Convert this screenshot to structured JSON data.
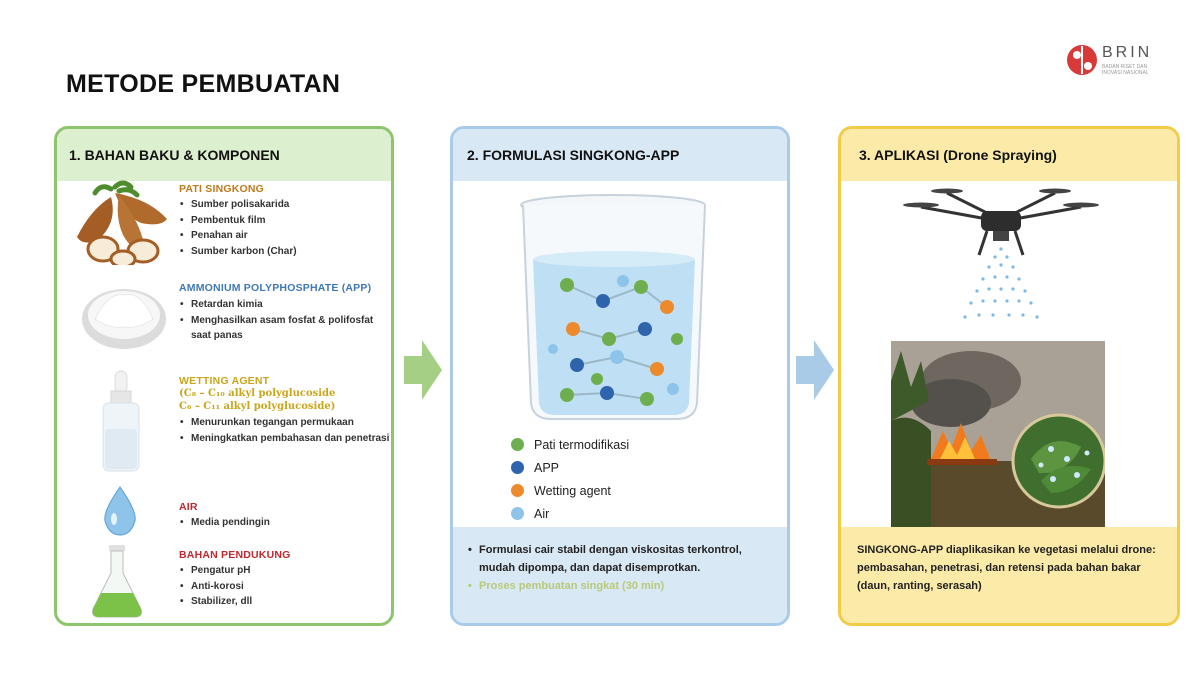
{
  "title": "METODE PEMBUATAN",
  "logo": {
    "text": "BRIN",
    "sub": "BADAN RISET DAN INOVASI NASIONAL"
  },
  "panel1": {
    "heading": "1. BAHAN BAKU & KOMPONEN",
    "items": [
      {
        "title": "PATI SINGKONG",
        "bullets": [
          "Sumber polisakarida",
          "Pembentuk film",
          "Penahan air",
          "Sumber karbon (Char)"
        ]
      },
      {
        "title": "AMMONIUM POLYPHOSPHATE (APP)",
        "bullets": [
          "Retardan kimia",
          "Menghasilkan asam fosfat & polifosfat saat panas"
        ]
      },
      {
        "title": "WETTING AGENT",
        "formula1": "(C₈ – C₁₀ alkyl polyglucoside",
        "formula2": "C₆ – C₁₁ alkyl polyglucoside)",
        "bullets": [
          "Menurunkan tegangan permukaan",
          "Meningkatkan pembahasan dan penetrasi"
        ]
      },
      {
        "title": "AIR",
        "bullets": [
          "Media pendingin"
        ]
      },
      {
        "title": "BAHAN PENDUKUNG",
        "bullets": [
          "Pengatur pH",
          "Anti-korosi",
          "Stabilizer, dll"
        ]
      }
    ]
  },
  "panel2": {
    "heading": "2. FORMULASI SINGKONG-APP",
    "legend": [
      "Pati termodifikasi",
      "APP",
      "Wetting agent",
      "Air"
    ],
    "notes": [
      "Formulasi cair stabil dengan viskositas terkontrol, mudah dipompa, dan dapat disemprotkan.",
      "Proses pembuatan singkat (30 min)"
    ]
  },
  "panel3": {
    "heading": "3. APLIKASI (Drone Spraying)",
    "description": "SINGKONG-APP diaplikasikan ke vegetasi melalui drone: pembasahan, penetrasi, dan retensi pada bahan bakar (daun, ranting, serasah)"
  },
  "colors": {
    "green_border": "#8cc56b",
    "blue_border": "#a9cbe8",
    "yellow_border": "#f3cc45",
    "item_titles": [
      "#c17a1c",
      "#3f79b5",
      "#c9a51a",
      "#c0282e",
      "#c0282e"
    ],
    "legend_dots": [
      "#6fae4f",
      "#2f64ad",
      "#ee8a2e",
      "#8ec3ea"
    ]
  },
  "icons": [
    "cassava-icon",
    "powder-bowl-icon",
    "dropper-bottle-icon",
    "water-drop-icon",
    "flask-icon",
    "beaker-icon",
    "drone-icon",
    "forest-fire-image",
    "arrow-right-icon"
  ]
}
